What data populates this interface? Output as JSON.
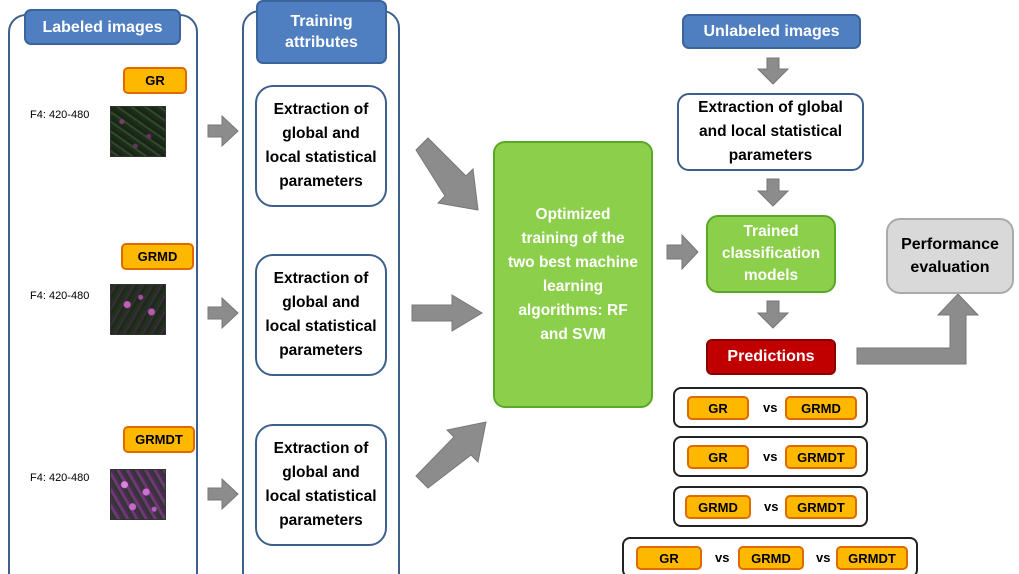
{
  "labeled_header": "Labeled images",
  "training_header": "Training attributes",
  "unlabeled_header": "Unlabeled images",
  "samples": [
    {
      "tag": "GR",
      "band": "F4: 420-480"
    },
    {
      "tag": "GRMD",
      "band": "F4: 420-480"
    },
    {
      "tag": "GRMDT",
      "band": "F4: 420-480"
    }
  ],
  "extraction_text": "Extraction of global and local statistical parameters",
  "unlabeled_extraction_text": "Extraction of global and local statistical parameters",
  "optimized_training": "Optimized training of the two best machine learning algorithms: RF and SVM",
  "trained_models": "Trained classification models",
  "performance": "Performance evaluation",
  "predictions": "Predictions",
  "vs_label": "vs",
  "comparisons": [
    [
      "GR",
      "GRMD"
    ],
    [
      "GR",
      "GRMDT"
    ],
    [
      "GRMD",
      "GRMDT"
    ],
    [
      "GR",
      "GRMD",
      "GRMDT"
    ]
  ],
  "colors": {
    "header_blue": "#4f7fc0",
    "panel_border": "#3d5f8c",
    "green": "#8ccf4a",
    "tag_fill": "#ffb800",
    "tag_border": "#e06a00",
    "predictions_red": "#c00000",
    "arrow_grey": "#8c8c8c",
    "performance_grey": "#d9d9d9"
  }
}
